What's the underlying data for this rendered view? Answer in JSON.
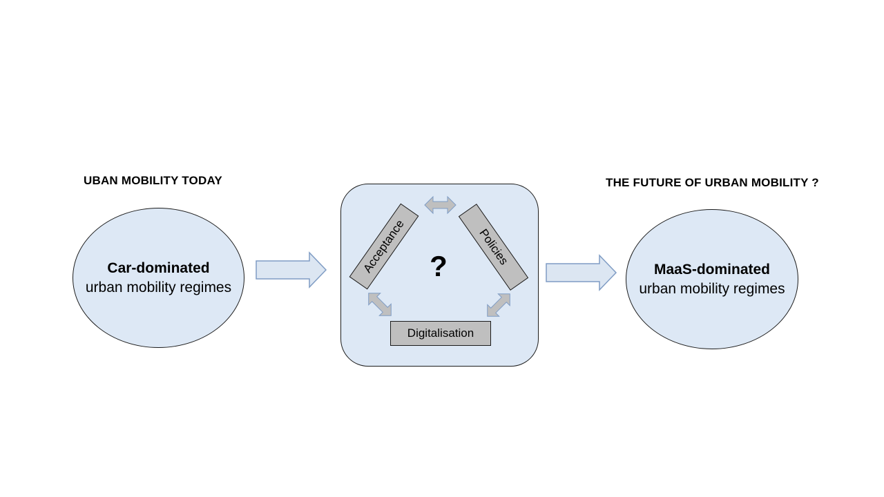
{
  "headings": {
    "left": "UBAN MOBILITY TODAY",
    "right": "THE FUTURE OF URBAN MOBILITY ?"
  },
  "left_ellipse": {
    "title": "Car-dominated",
    "subtitle": "urban mobility regimes"
  },
  "right_ellipse": {
    "title": "MaaS-dominated",
    "subtitle": "urban mobility regimes"
  },
  "center": {
    "acceptance": "Acceptance",
    "policies": "Policies",
    "digitalisation": "Digitalisation",
    "question": "?"
  },
  "colors": {
    "fill_light_blue": "#dde8f5",
    "bar_gray": "#bfbfbf",
    "arrow_fill": "#dce6f2",
    "arrow_stroke": "#7f9cc4"
  }
}
